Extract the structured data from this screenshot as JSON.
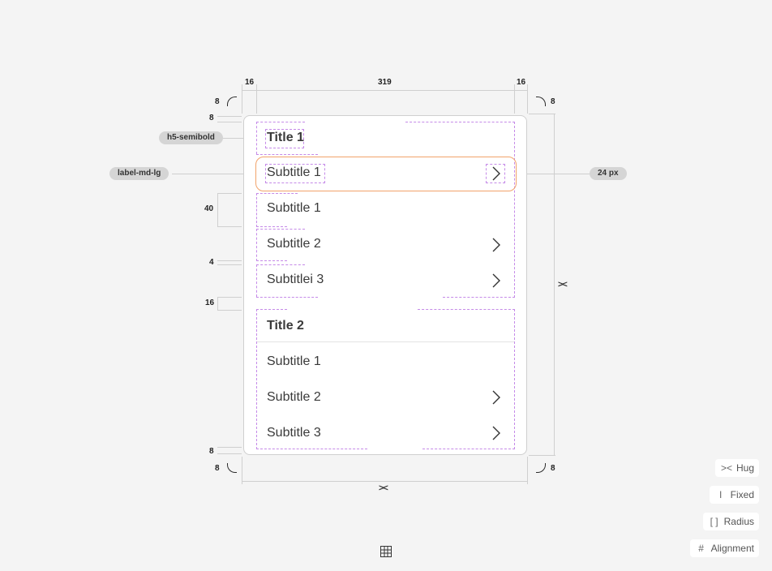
{
  "dimensions": {
    "top_left_padding": "16",
    "top_content_width": "319",
    "top_right_padding": "16",
    "radius_top_left": "8",
    "radius_top_right": "8",
    "card_top_padding": "8",
    "row_height": "40",
    "row_gap": "4",
    "section_gap": "16",
    "card_bottom_padding": "8",
    "radius_bottom_left": "8",
    "radius_bottom_right": "8",
    "icon_size_label": "24 px",
    "hug_symbol": "><"
  },
  "callouts": {
    "title_style": "h5-semibold",
    "row_style": "label-md-lg"
  },
  "sections": [
    {
      "title": "Title 1",
      "rows": [
        {
          "label": "Subtitle 1",
          "chevron": true,
          "highlighted": true
        },
        {
          "label": "Subtitle 1",
          "chevron": false
        },
        {
          "label": "Subtitle 2",
          "chevron": true
        },
        {
          "label": "Subtitlei 3",
          "chevron": true
        }
      ]
    },
    {
      "title": "Title 2",
      "rows": [
        {
          "label": "Subtitle 1",
          "chevron": false
        },
        {
          "label": "Subtitle 2",
          "chevron": true
        },
        {
          "label": "Subtitle 3",
          "chevron": true
        }
      ]
    }
  ],
  "legend": [
    {
      "icon": "hug-icon",
      "glyph": "><",
      "label": "Hug"
    },
    {
      "icon": "fixed-icon",
      "glyph": "I",
      "label": "Fixed"
    },
    {
      "icon": "radius-icon",
      "glyph": "[ ]",
      "label": "Radius"
    },
    {
      "icon": "alignment-icon",
      "glyph": "#",
      "label": "Alignment"
    }
  ],
  "colors": {
    "selection_outline": "#f2a36b",
    "dashed_guides": "#c58ae8",
    "background": "#f4f4f4"
  }
}
